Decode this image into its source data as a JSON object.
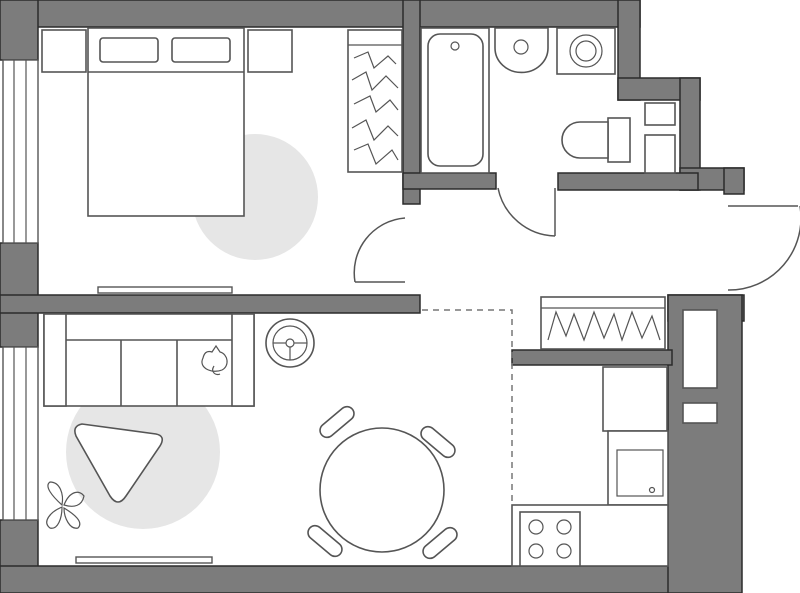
{
  "plan": {
    "rooms": [
      "bedroom",
      "bathroom",
      "hallway",
      "living-room",
      "kitchen"
    ],
    "colors": {
      "wall": "#7c7c7c",
      "wall_outline": "#2b2b2b",
      "rug": "#e6e6e6",
      "line": "#555555"
    },
    "icons": [
      "bed-icon",
      "wardrobe-icon",
      "bathtub-icon",
      "sink-icon",
      "washing-machine-icon",
      "toilet-icon",
      "sofa-icon",
      "cat-icon",
      "steering-wheel-icon",
      "dining-table-icon",
      "plant-icon",
      "stove-icon",
      "kitchen-sink-icon"
    ]
  }
}
